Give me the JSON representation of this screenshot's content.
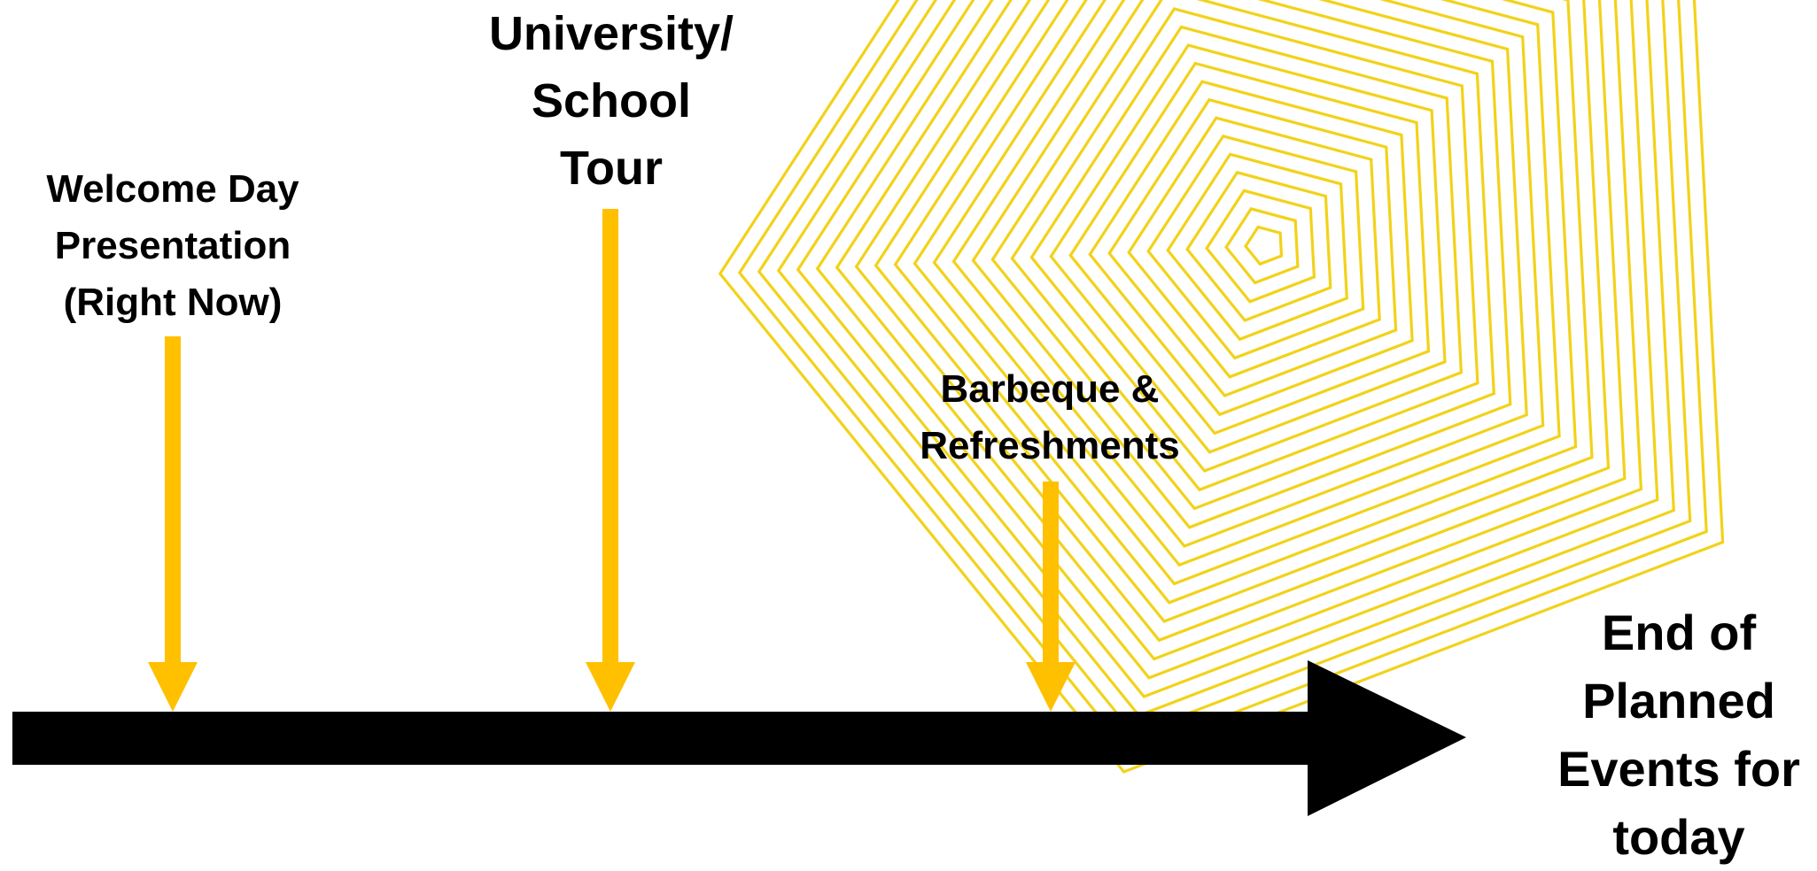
{
  "timeline": {
    "events": [
      {
        "lines": [
          "Welcome Day",
          "Presentation",
          "(Right Now)"
        ]
      },
      {
        "lines": [
          "University/",
          "School",
          "Tour"
        ]
      },
      {
        "lines": [
          "Barbeque &",
          "Refreshments"
        ]
      }
    ],
    "end_label": {
      "lines": [
        "End of",
        "Planned",
        "Events for",
        "today"
      ]
    }
  },
  "colors": {
    "timeline_bar": "#000000",
    "event_arrow": "#FFC000",
    "decoration_stroke": "#F2D21A",
    "label_text": "#000000",
    "background": "#FFFFFF"
  }
}
